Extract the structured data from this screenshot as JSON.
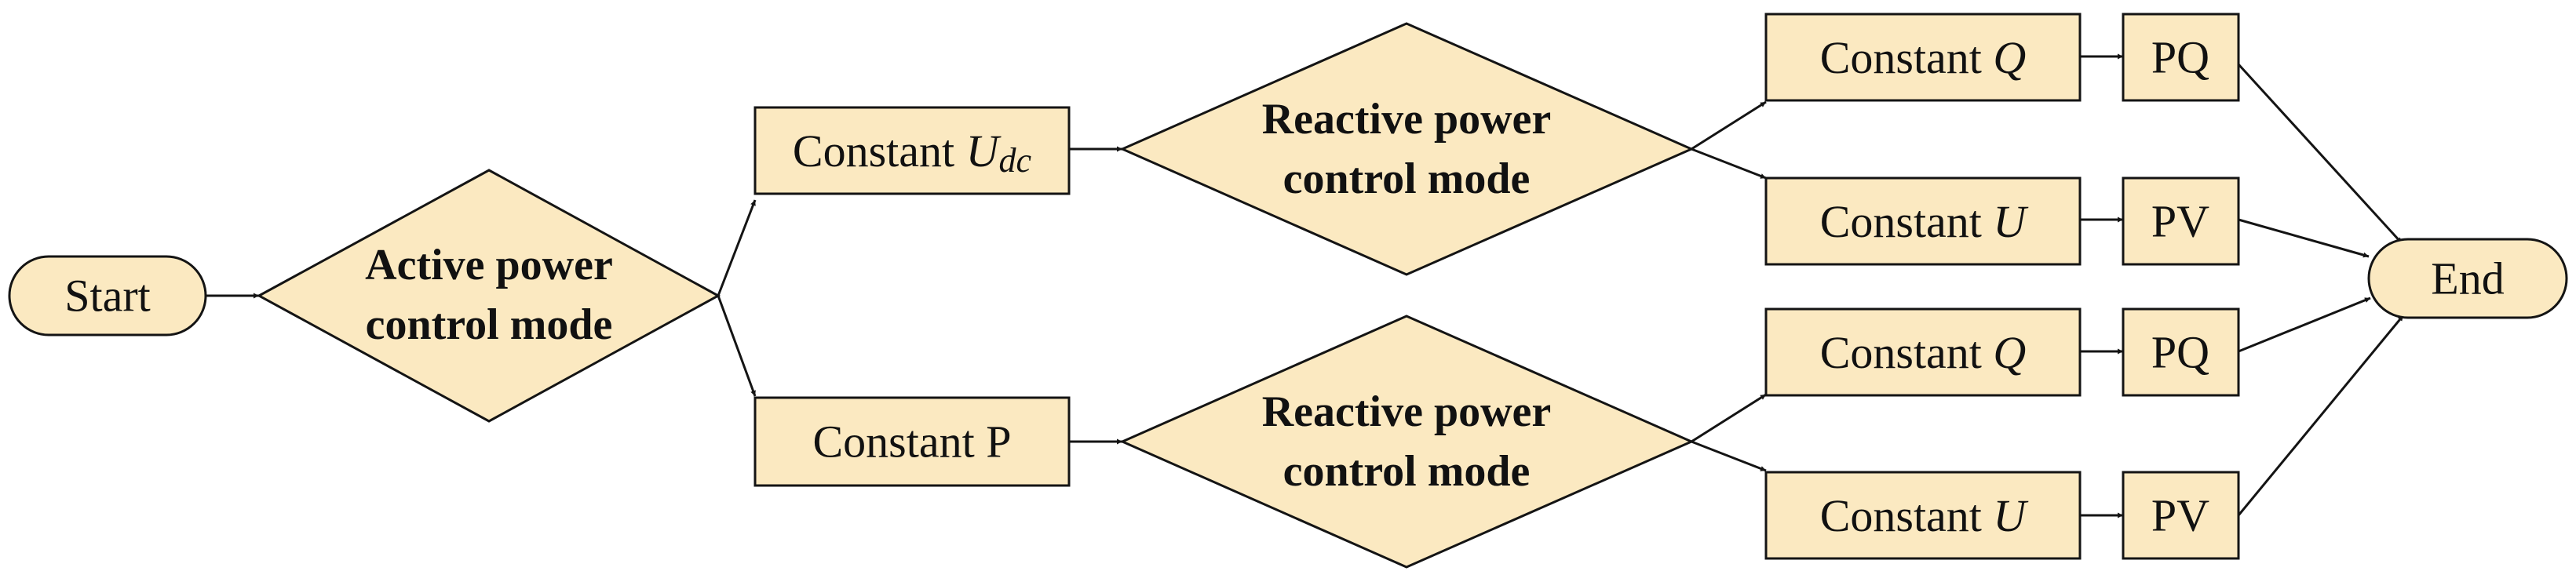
{
  "nodes": {
    "start": "Start",
    "end": "End",
    "active_mode": {
      "line1": "Active power",
      "line2": "control mode"
    },
    "constant_udc": {
      "prefix": "Constant ",
      "symbol": "U",
      "subscript": "dc"
    },
    "constant_p": "Constant P",
    "reactive_top": {
      "line1": "Reactive power",
      "line2": "control mode"
    },
    "reactive_bottom": {
      "line1": "Reactive power",
      "line2": "control mode"
    },
    "constant_q_top": {
      "prefix": "Constant ",
      "symbol": "Q"
    },
    "constant_u_top": {
      "prefix": "Constant ",
      "symbol": "U"
    },
    "constant_q_bottom": {
      "prefix": "Constant ",
      "symbol": "Q"
    },
    "constant_u_bottom": {
      "prefix": "Constant ",
      "symbol": "U"
    },
    "pq_top": "PQ",
    "pv_top": "PV",
    "pq_bottom": "PQ",
    "pv_bottom": "PV"
  },
  "colors": {
    "fill": "#fbe9c1",
    "stroke": "#141414"
  }
}
